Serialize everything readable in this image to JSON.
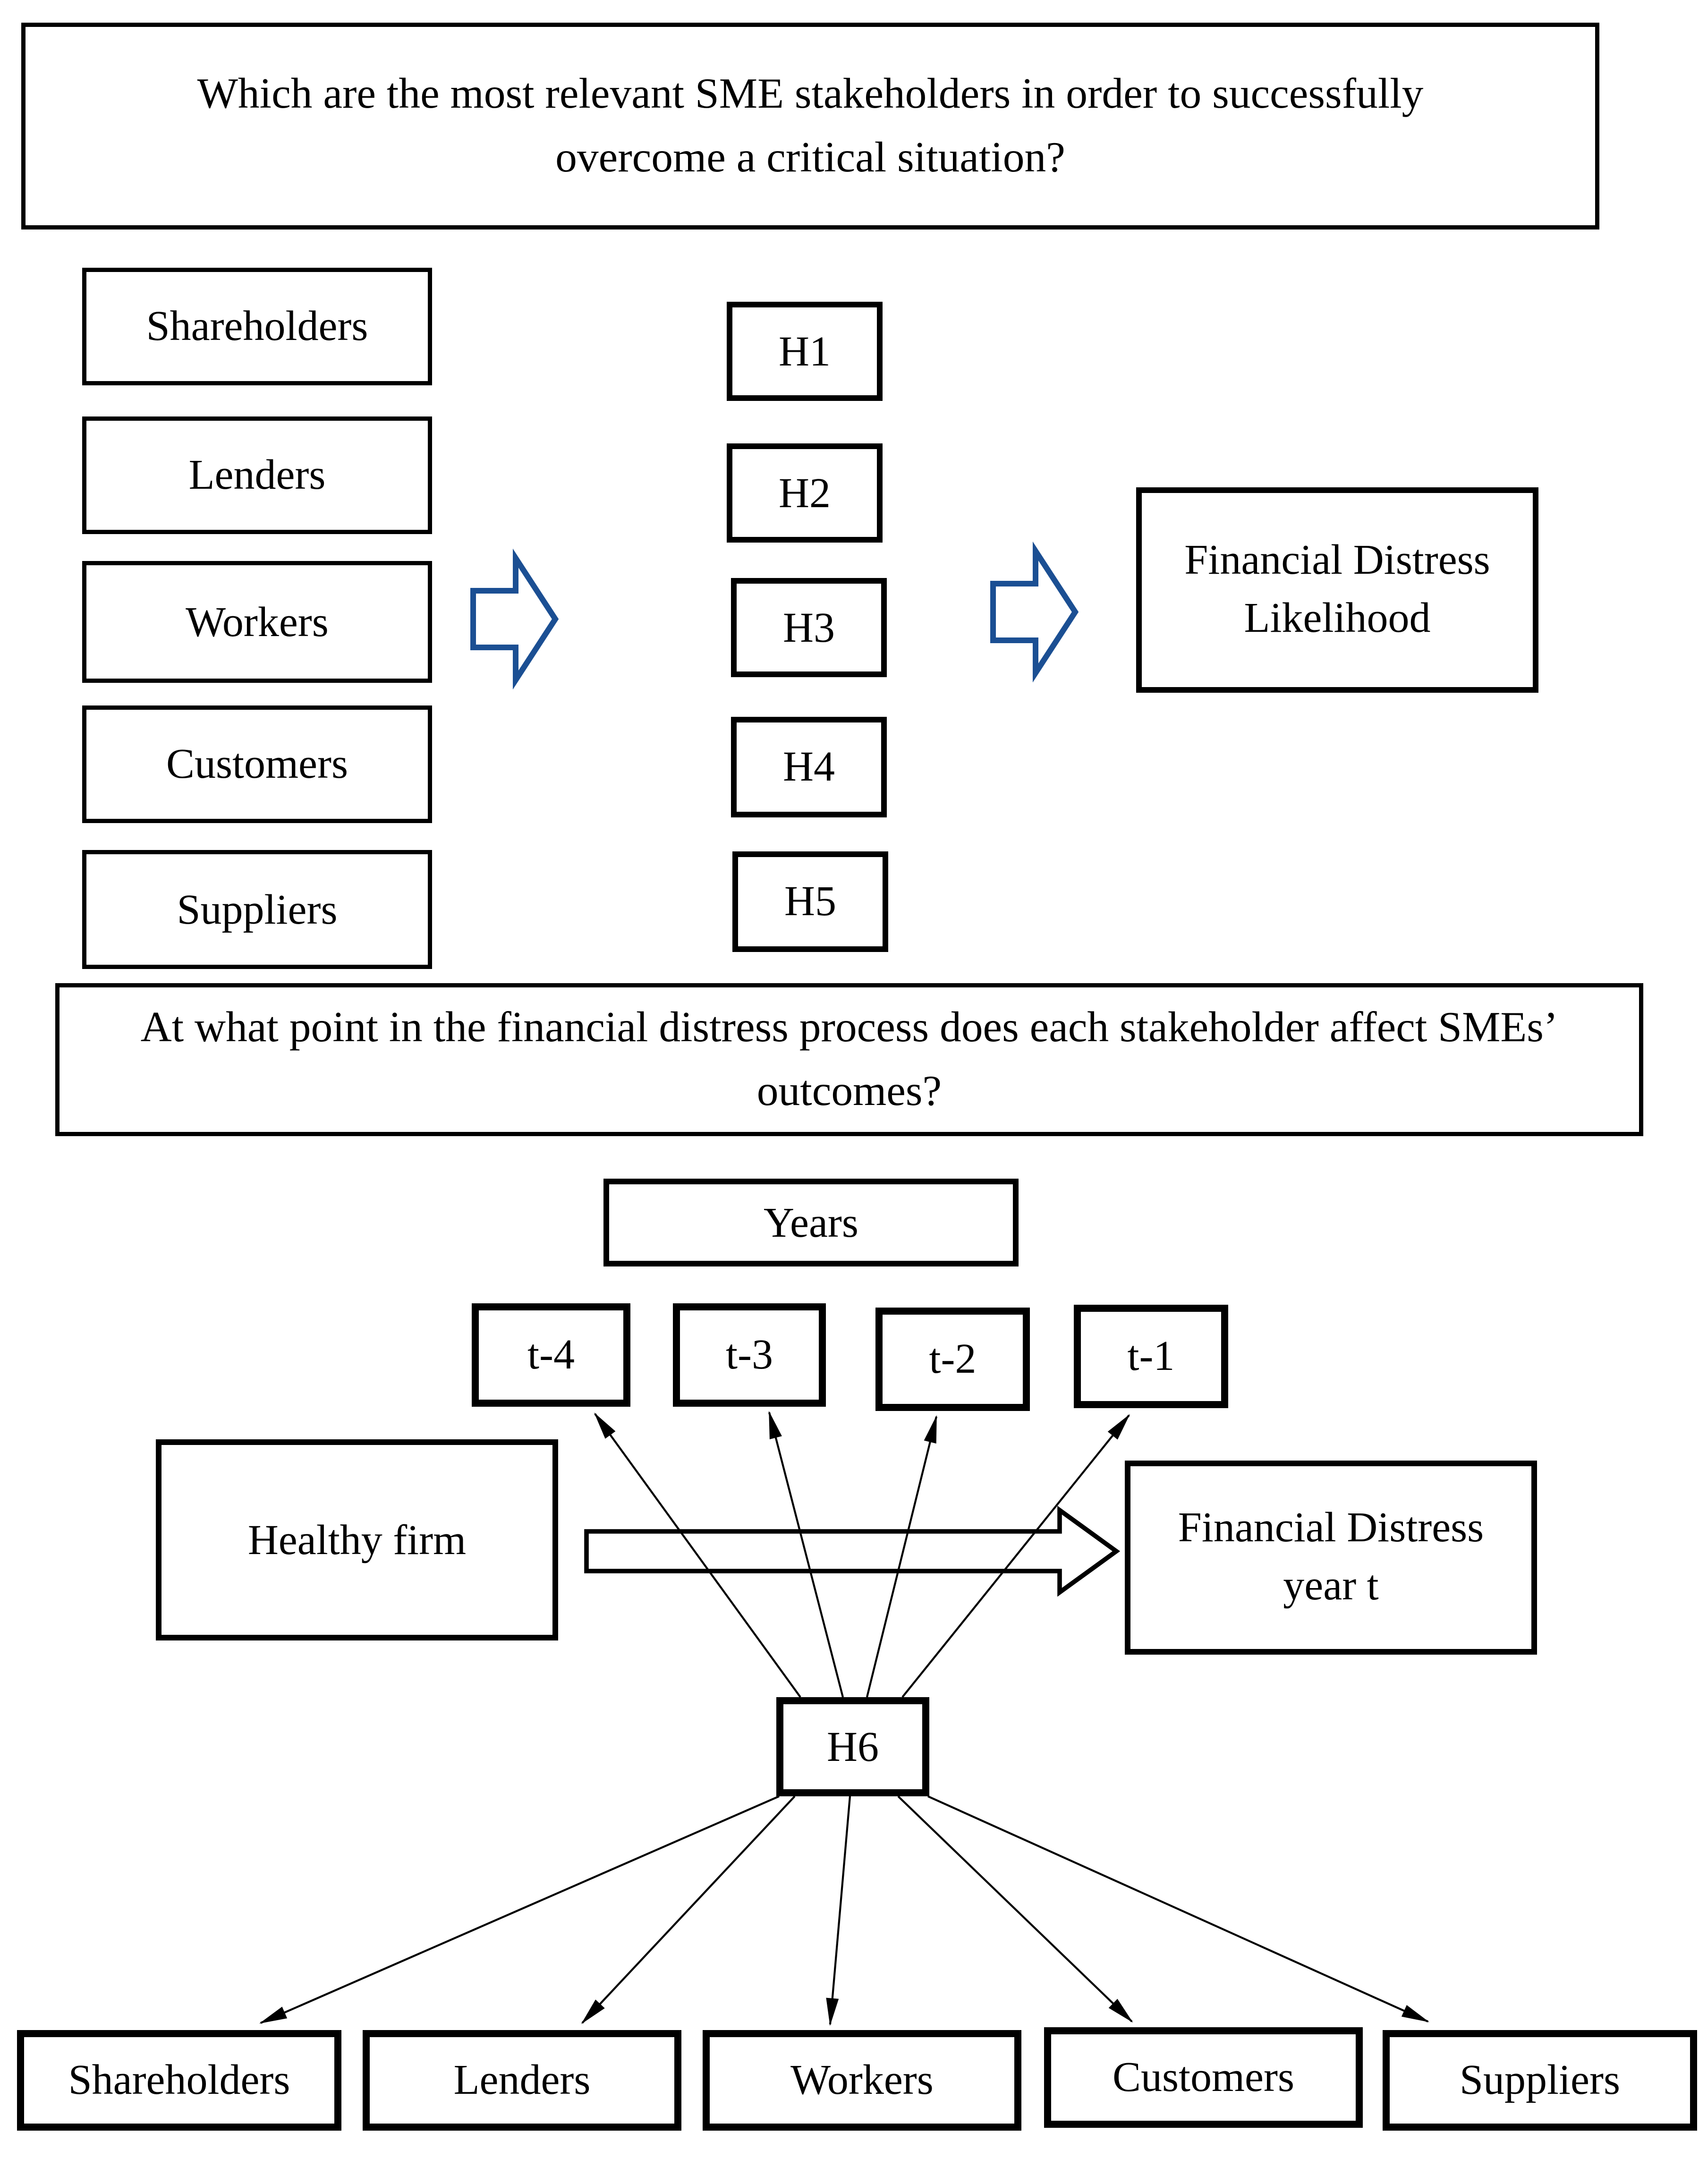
{
  "question_top": {
    "line1": "Which are the most relevant SME stakeholders in order to successfully",
    "line2": "overcome a critical situation?"
  },
  "question_mid": {
    "line1": "At what point in the financial distress process does each stakeholder affect SMEs’",
    "line2": "outcomes?"
  },
  "top_diagram": {
    "stakeholders": [
      "Shareholders",
      "Lenders",
      "Workers",
      "Customers",
      "Suppliers"
    ],
    "hypotheses": [
      "H1",
      "H2",
      "H3",
      "H4",
      "H5"
    ],
    "outcome": {
      "line1": "Financial Distress",
      "line2": "Likelihood"
    }
  },
  "timeline": {
    "years_label": "Years",
    "year_boxes": [
      "t-4",
      "t-3",
      "t-2",
      "t-1"
    ],
    "healthy_firm_label": "Healthy firm",
    "distress_box": {
      "line1": "Financial Distress",
      "line2": "year t"
    },
    "hypothesis_label": "H6",
    "stakeholders": [
      "Shareholders",
      "Lenders",
      "Workers",
      "Customers",
      "Suppliers"
    ]
  },
  "icons": {
    "block_arrow_blue": "outlined right-pointing block arrow",
    "block_arrow_black": "outlined right-pointing block arrow",
    "thin_arrow": "thin line arrow with solid triangular head"
  },
  "colors": {
    "background": "#FFFFFF",
    "line_and_border": "#000000",
    "block_arrow_blue": "#1B4F93"
  }
}
